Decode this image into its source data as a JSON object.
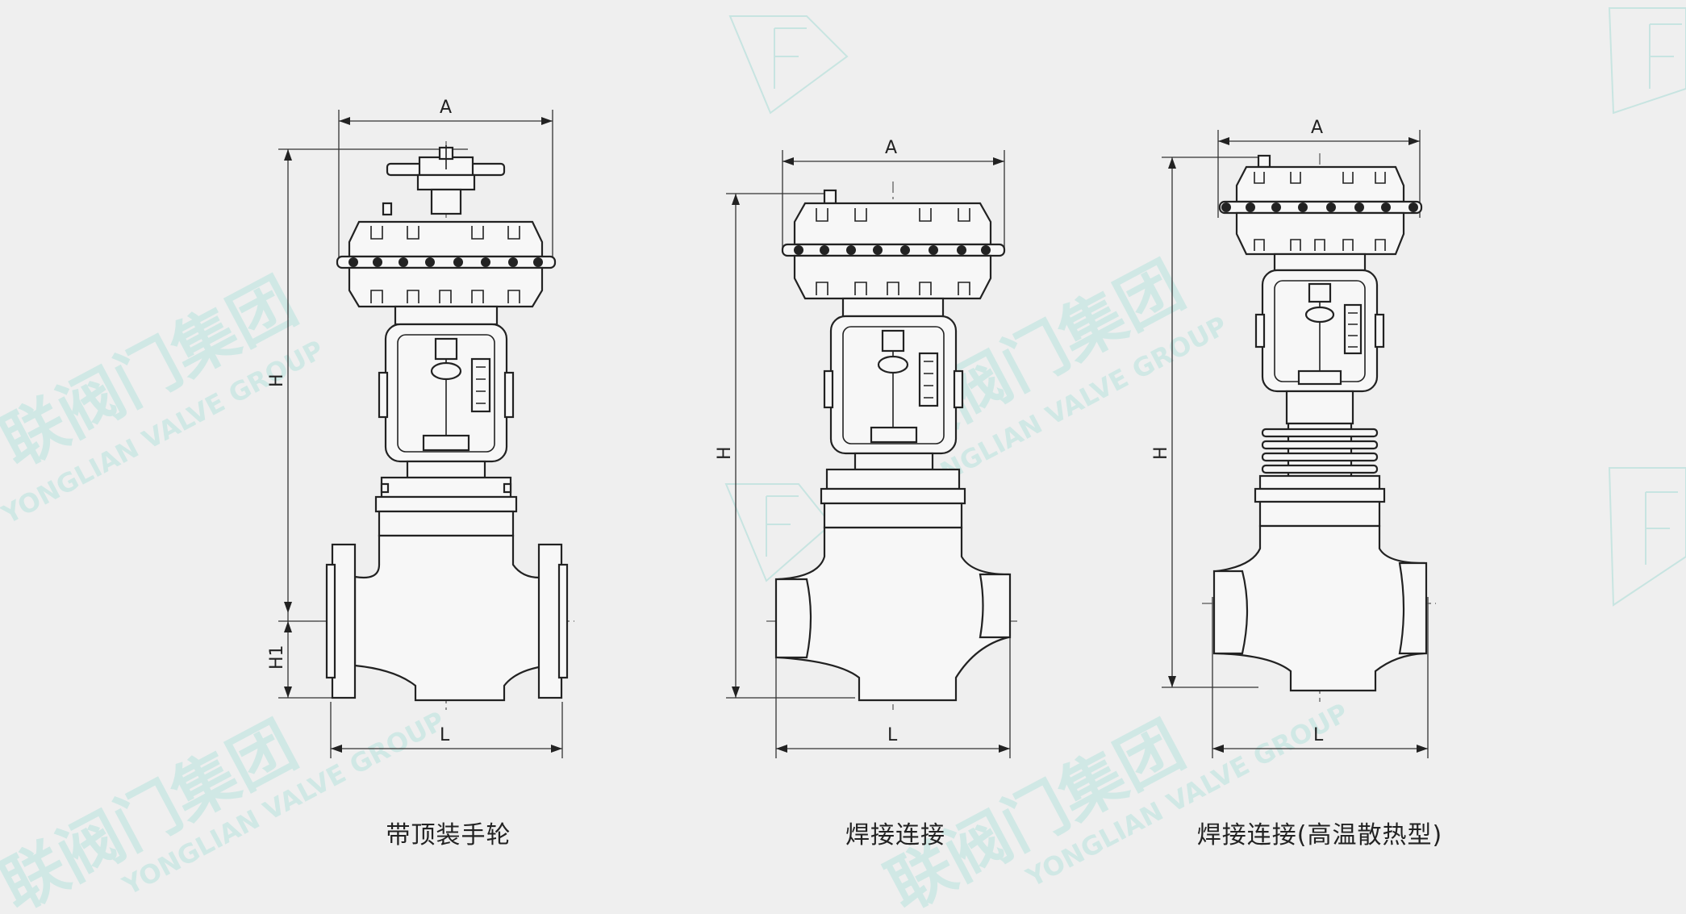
{
  "watermark": {
    "name_cn": "联阀门集团",
    "name_en": "YONGLIAN VALVE GROUP",
    "color": "#a8dcd6"
  },
  "dimensions": {
    "a": "A",
    "h": "H",
    "h1": "H1",
    "l": "L"
  },
  "figures": [
    {
      "id": "handwheel",
      "caption": "带顶装手轮"
    },
    {
      "id": "welded",
      "caption": "焊接连接"
    },
    {
      "id": "welded-radiator",
      "caption": "焊接连接(高温散热型)"
    }
  ]
}
